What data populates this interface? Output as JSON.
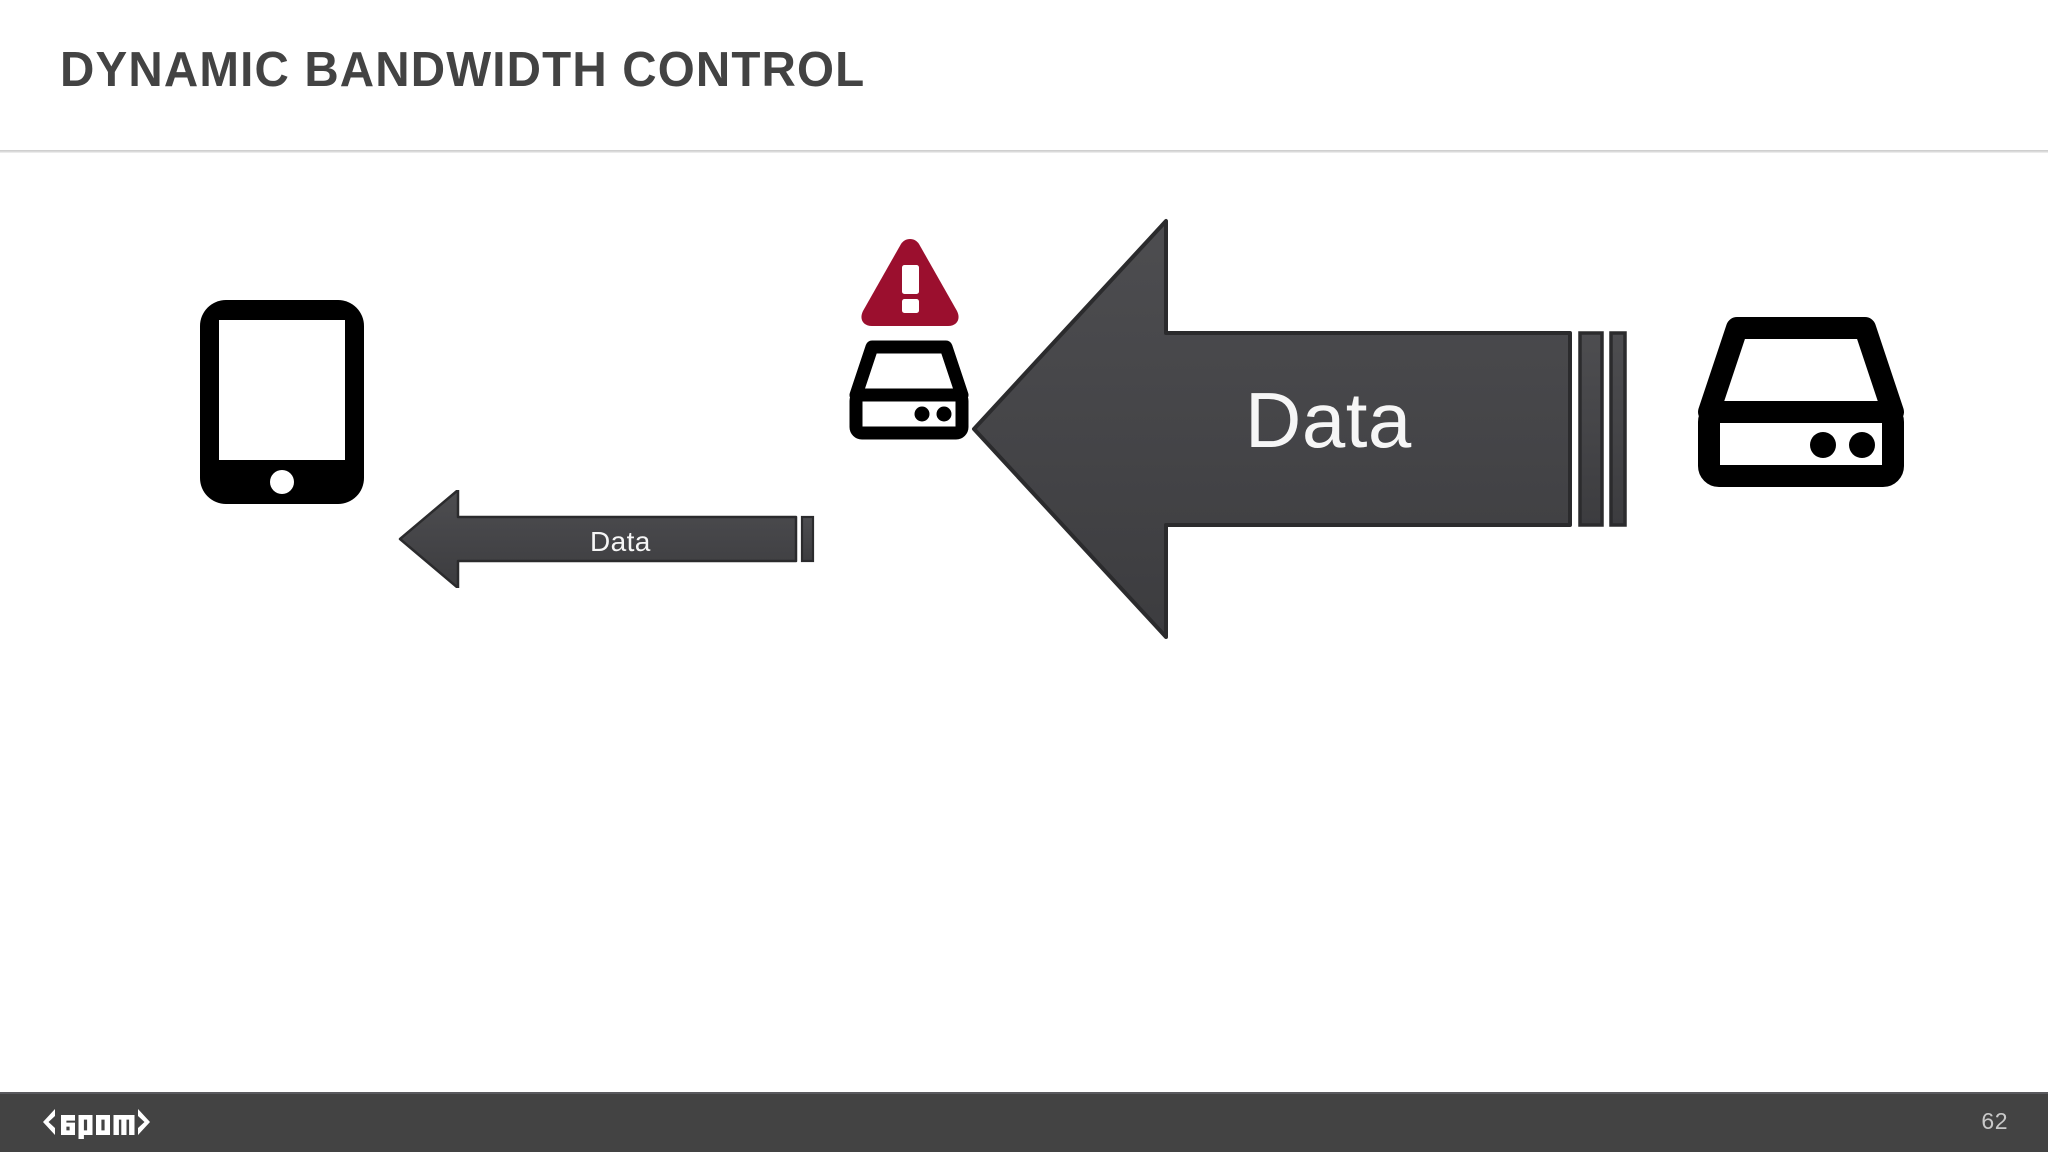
{
  "slide": {
    "title": "DYNAMIC BANDWIDTH CONTROL",
    "page_number": "62",
    "background_color": "#ffffff",
    "title_color": "#434343"
  },
  "footer": {
    "brand_logo_text": "<epam>",
    "bar_color": "#434343",
    "page_number": "62"
  },
  "diagram": {
    "nodes": [
      {
        "name": "tablet-device",
        "icon": "tablet-icon",
        "color": "#000000"
      },
      {
        "name": "bandwidth-alert",
        "icon": "warning-triangle-icon",
        "color": "#9b0f2e"
      },
      {
        "name": "edge-server",
        "icon": "server-icon",
        "color": "#000000"
      },
      {
        "name": "origin-server",
        "icon": "server-icon",
        "color": "#000000"
      }
    ],
    "flows": [
      {
        "name": "throttled-data-flow",
        "label": "Data",
        "direction": "left",
        "size": "small",
        "from": "edge-server",
        "to": "tablet-device",
        "fill_color": "#454548",
        "label_color": "#f6f6f6"
      },
      {
        "name": "full-bandwidth-data-flow",
        "label": "Data",
        "direction": "left",
        "size": "large",
        "from": "origin-server",
        "to": "edge-server",
        "fill_color": "#454548",
        "label_color": "#f6f6f6"
      }
    ]
  }
}
